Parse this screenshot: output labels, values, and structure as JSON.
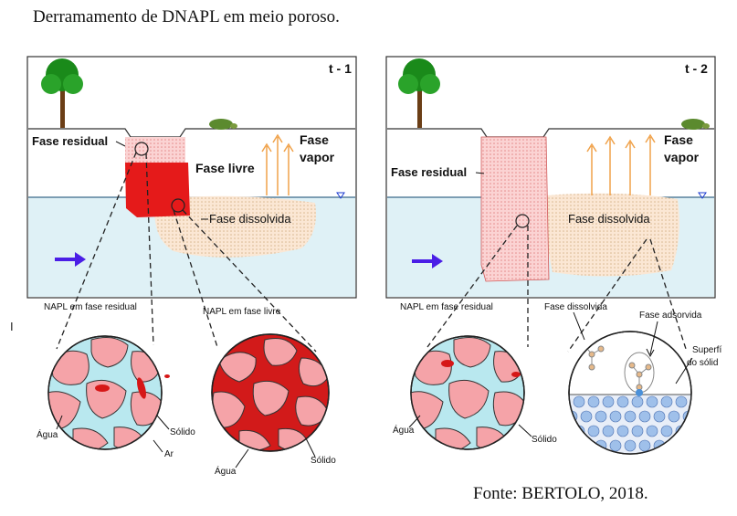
{
  "caption": "Derramamento de DNAPL em meio poroso.",
  "source": "Fonte: BERTOLO, 2018.",
  "stray_mark": "I",
  "colors": {
    "water": "#dff1f6",
    "free_phase": "#e51a1a",
    "residual": "#f7b7b7",
    "dissolved": "#efdcc1",
    "grain": "#f5a3a8",
    "pore_water": "#b9e8ef",
    "arrow_flow": "#4a1ee6",
    "vapor": "#f0a24a",
    "tree": "#1a8a1a"
  },
  "left_panel": {
    "time": "t - 1",
    "fase_residual": "Fase residual",
    "fase_livre": "Fase  livre",
    "fase_vapor_1": "Fase",
    "fase_vapor_2": "vapor",
    "fase_dissolvida": "Fase dissolvida",
    "napl_residual": "NAPL em fase residual",
    "napl_livre": "NAPL em fase livre",
    "agua_1": "Água",
    "solido_1": "Sólido",
    "ar": "Ar",
    "agua_2": "Água",
    "solido_2": "Sólido"
  },
  "right_panel": {
    "time": "t - 2",
    "fase_residual": "Fase residual",
    "fase_vapor_1": "Fase",
    "fase_vapor_2": "vapor",
    "fase_dissolvida": "Fase dissolvida",
    "napl_residual": "NAPL em fase residual",
    "fase_dissolvida_small": "Fase dissolvida",
    "fase_adsorvida": "Fase adsorvida",
    "superficie_1": "Superfí",
    "superficie_2": "do sólid",
    "agua": "Água",
    "solido": "Sólido"
  }
}
